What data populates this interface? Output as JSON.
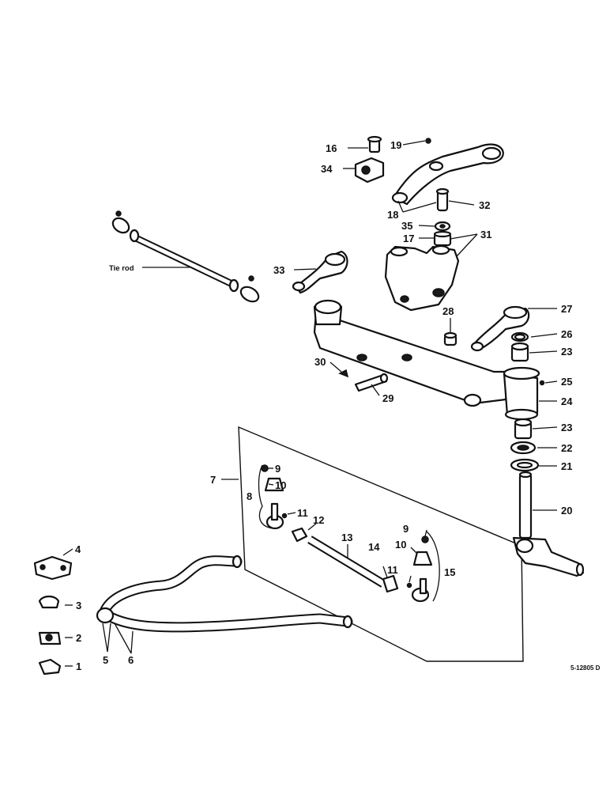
{
  "labels": {
    "n1": "1",
    "n2": "2",
    "n3": "3",
    "n4": "4",
    "n5": "5",
    "n6": "6",
    "n7": "7",
    "n8": "8",
    "n9a": "9",
    "n9b": "9",
    "n10a": "10",
    "n10b": "10",
    "n11a": "11",
    "n11b": "11",
    "n12": "12",
    "n13": "13",
    "n14": "14",
    "n15": "15",
    "n16": "16",
    "n17": "17",
    "n18": "18",
    "n19": "19",
    "n20": "20",
    "n21": "21",
    "n22": "22",
    "n23a": "23",
    "n23b": "23",
    "n24": "24",
    "n25": "25",
    "n26": "26",
    "n27": "27",
    "n28": "28",
    "n29": "29",
    "n30": "30",
    "n31": "31",
    "n32": "32",
    "n33": "33",
    "n34": "34",
    "n35": "35",
    "tie_rod": "Tie rod",
    "drawing_number": "5-12805 D"
  }
}
